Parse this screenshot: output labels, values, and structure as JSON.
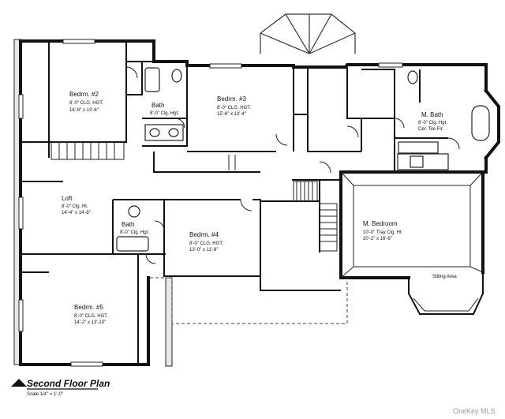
{
  "plan": {
    "title": "Second Floor Plan",
    "scale": "Scale 1/4\" = 1'-0\"",
    "watermark": "OneKey MLS"
  },
  "rooms": {
    "bedrm2": {
      "name": "Bedrm. #2",
      "l1": "8'-0\" CLG. HGT.",
      "l2": "16'-6\" x 13'-6\""
    },
    "bath1": {
      "name": "Bath",
      "l1": "8'-0\" Clg. Hgt."
    },
    "bedrm3": {
      "name": "Bedrm. #3",
      "l1": "8'-0\" CLG. HGT.",
      "l2": "15'-6\" x 13'-4\""
    },
    "mbath": {
      "name": "M. Bath",
      "l1": "8'-0\" Clg. Hgt.",
      "l2": "Cer. Tile Flr."
    },
    "loft": {
      "name": "Loft",
      "l1": "8'-0\" Clg. Ht.",
      "l2": "14'-4\" x 14'-8\""
    },
    "bath2": {
      "name": "Bath",
      "l1": "8'-0\" Clg. Hgt."
    },
    "bedrm4": {
      "name": "Bedrm. #4",
      "l1": "8'-0\" CLG. HGT.",
      "l2": "13'-0\" x 11'-8\""
    },
    "mbedroom": {
      "name": "M. Bedroom",
      "l1": "10'-0\" Tray Clg. Ht.",
      "l2": "20'-2\" x 16'-6\""
    },
    "sitting": {
      "name": "Sitting Area"
    },
    "bedrm5": {
      "name": "Bedrm. #5",
      "l1": "8'-0\" CLG. HGT.",
      "l2": "14'-2\" x 13'-10\""
    }
  }
}
